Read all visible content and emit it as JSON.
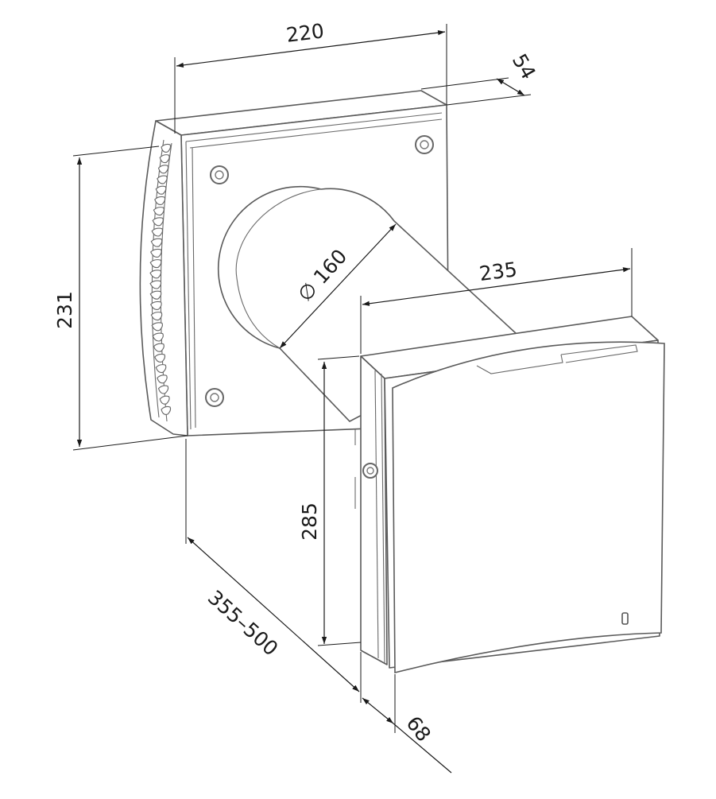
{
  "dimensions": {
    "width_wall_plate": "220",
    "depth_wall_plate": "54",
    "height_wall_plate": "231",
    "duct_diameter": "∅ 160",
    "width_front_panel": "235",
    "height_front_panel": "285",
    "duct_length": "355–500",
    "depth_front_panel": "68"
  },
  "colors": {
    "line": "#5a5a5a",
    "dimension": "#1a1a1a",
    "background": "#ffffff"
  }
}
